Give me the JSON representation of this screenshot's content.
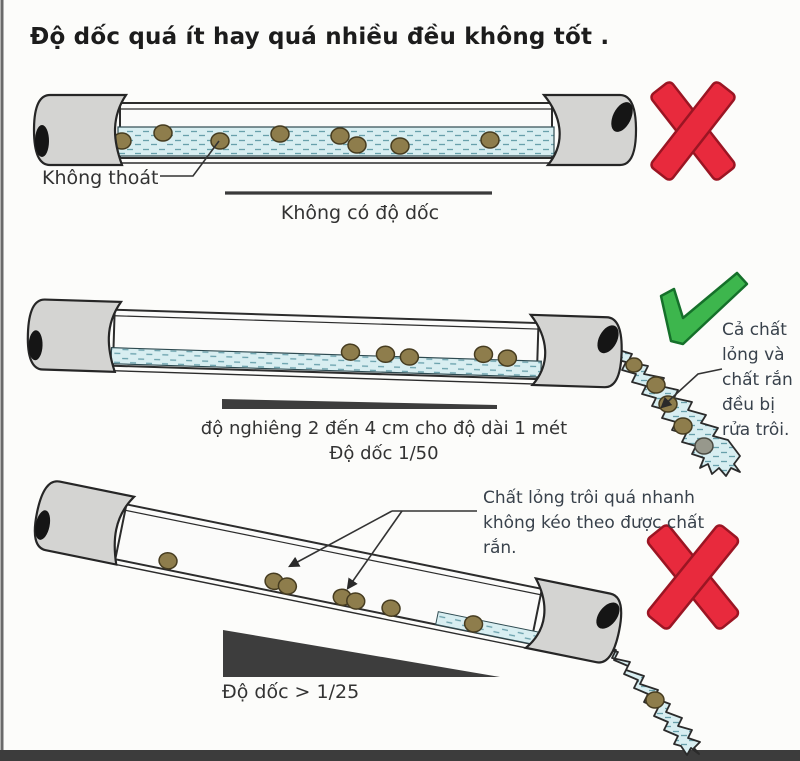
{
  "title": "Độ dốc quá ít hay quá nhiều đều không tốt .",
  "sections": {
    "no_slope": {
      "verdict": "bad",
      "label_no_drain": "Không thoát",
      "caption": "Không có độ dốc"
    },
    "good_slope": {
      "verdict": "good",
      "caption_line1": "độ nghiêng 2 đến 4 cm cho độ dài 1 mét",
      "caption_line2": "Độ dốc 1/50",
      "callout": "Cả chất lỏng và chất rắn đều bị rửa trôi."
    },
    "too_steep": {
      "verdict": "bad",
      "callout": "Chất lỏng trôi quá nhanh không kéo theo được chất rắn.",
      "caption": "Độ dốc > 1/25"
    }
  },
  "colors": {
    "water": "#d8eef1",
    "water_dash": "#68a0ab",
    "pipe_gray": "#d4d4d2",
    "pipe_inner": "#fbfbfa",
    "solid_waste": "#8e7d4c",
    "solid_waste_gray": "#97988c",
    "x_red": "#e82a3d",
    "check_green": "#3db64d",
    "wedge_dark": "#3d3d3d",
    "bottom_bar": "#3c3c3c"
  }
}
